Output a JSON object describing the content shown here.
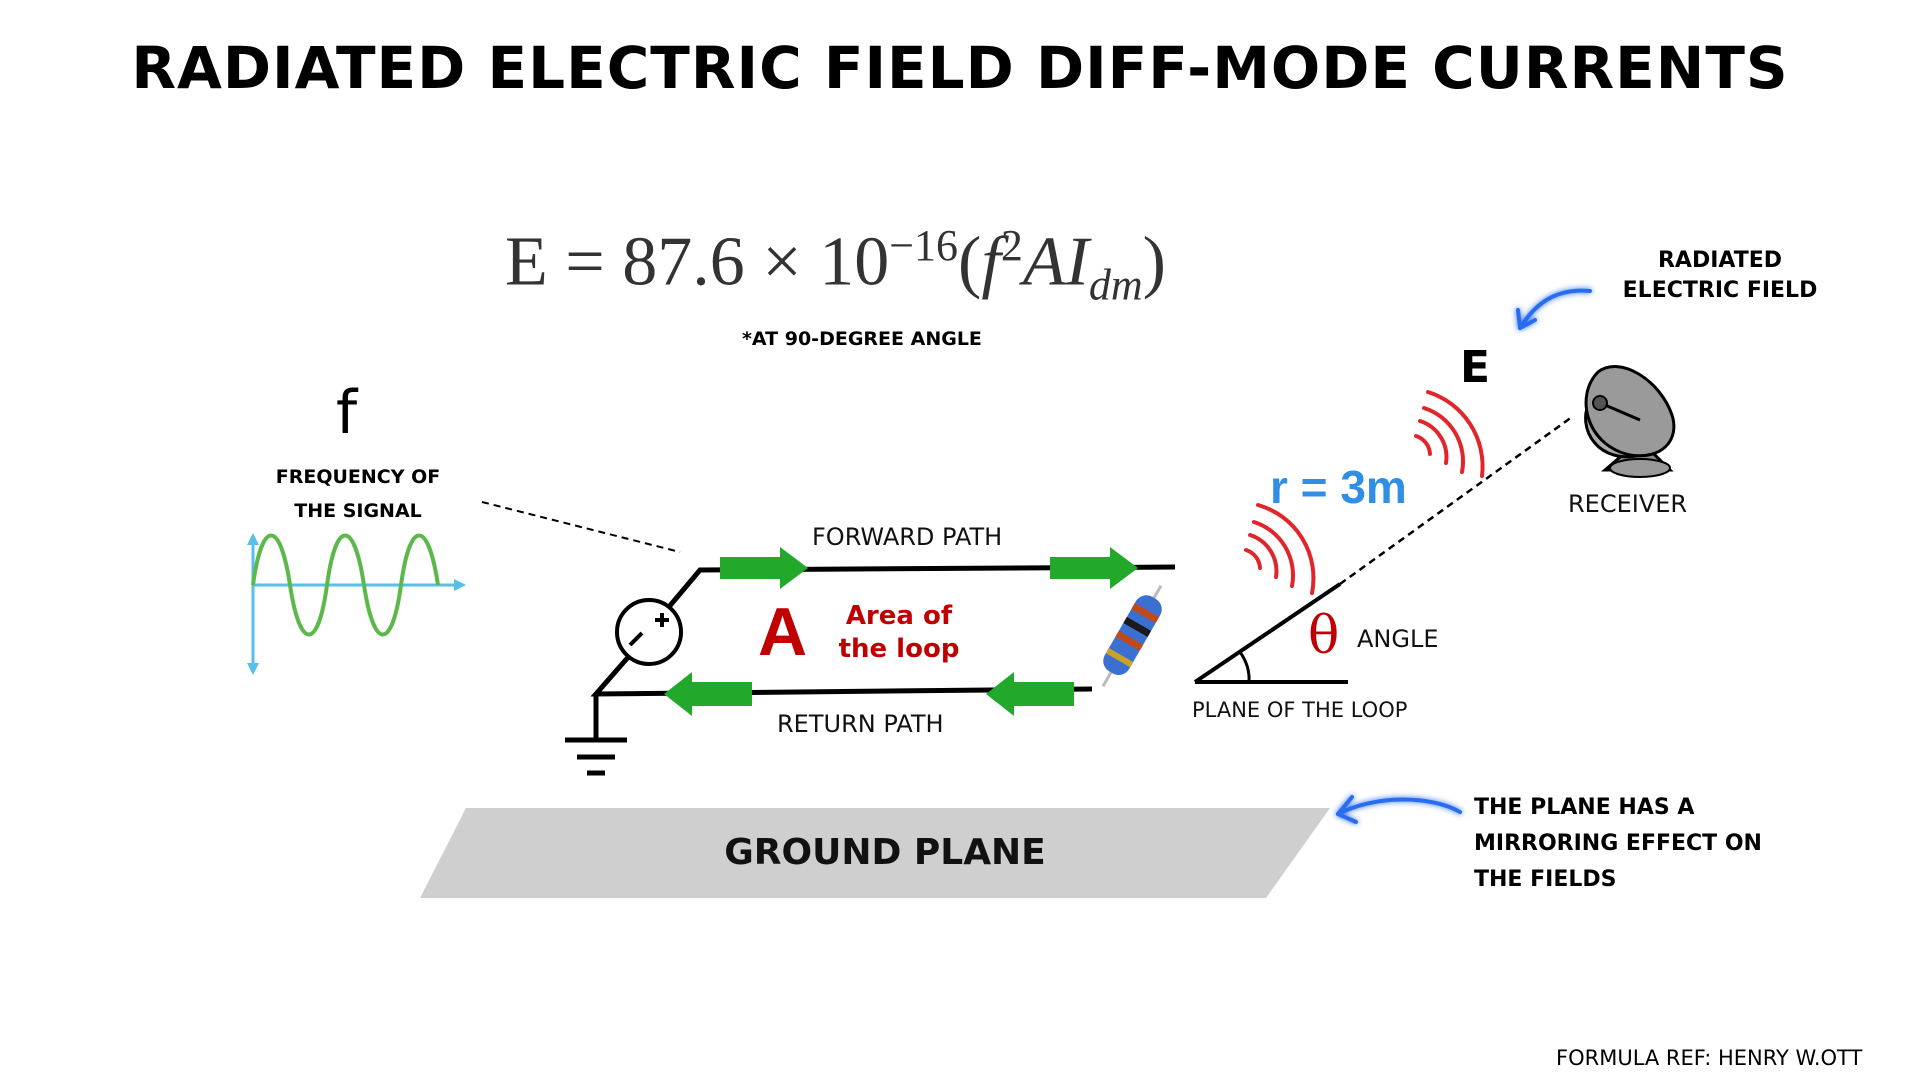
{
  "title": "RADIATED ELECTRIC FIELD DIFF-MODE CURRENTS",
  "formula": {
    "lhs": "E = 87.6 × 10",
    "exponent": "−16",
    "open": "(",
    "f": "f",
    "f_exp": "2",
    "a_i": "AI",
    "sub": "dm",
    "close": ")",
    "note": "*AT 90-DEGREE ANGLE"
  },
  "frequency": {
    "symbol": "f",
    "description": "FREQUENCY OF THE SIGNAL"
  },
  "loop": {
    "forward_label": "FORWARD PATH",
    "return_label": "RETURN PATH",
    "area_letter": "A",
    "area_desc": "Area of the loop"
  },
  "geometry_labels": {
    "plane": "PLANE OF THE LOOP",
    "theta": "θ",
    "angle": "ANGLE",
    "distance": "r = 3m",
    "receiver": "RECEIVER",
    "field_symbol": "E",
    "radiated": "RADIATED ELECTRIC FIELD"
  },
  "ground_plane": {
    "label": "GROUND PLANE",
    "note": "THE PLANE HAS A MIRRORING EFFECT ON THE FIELDS"
  },
  "reference": "FORMULA REF: HENRY W.OTT",
  "colors": {
    "arrow_green": "#22a82a",
    "wave_red": "#e0262b",
    "sine_green": "#5cb84a",
    "axis_blue": "#55c1ea",
    "glow_blue": "#2a6cf0",
    "ground_gray": "#cfcfcf",
    "accent_red": "#c00000",
    "distance_blue": "#2f8fe6"
  },
  "icons": [
    "voltage-source-icon",
    "ground-symbol-icon",
    "resistor-icon",
    "satellite-dish-icon",
    "sine-wave-icon"
  ]
}
